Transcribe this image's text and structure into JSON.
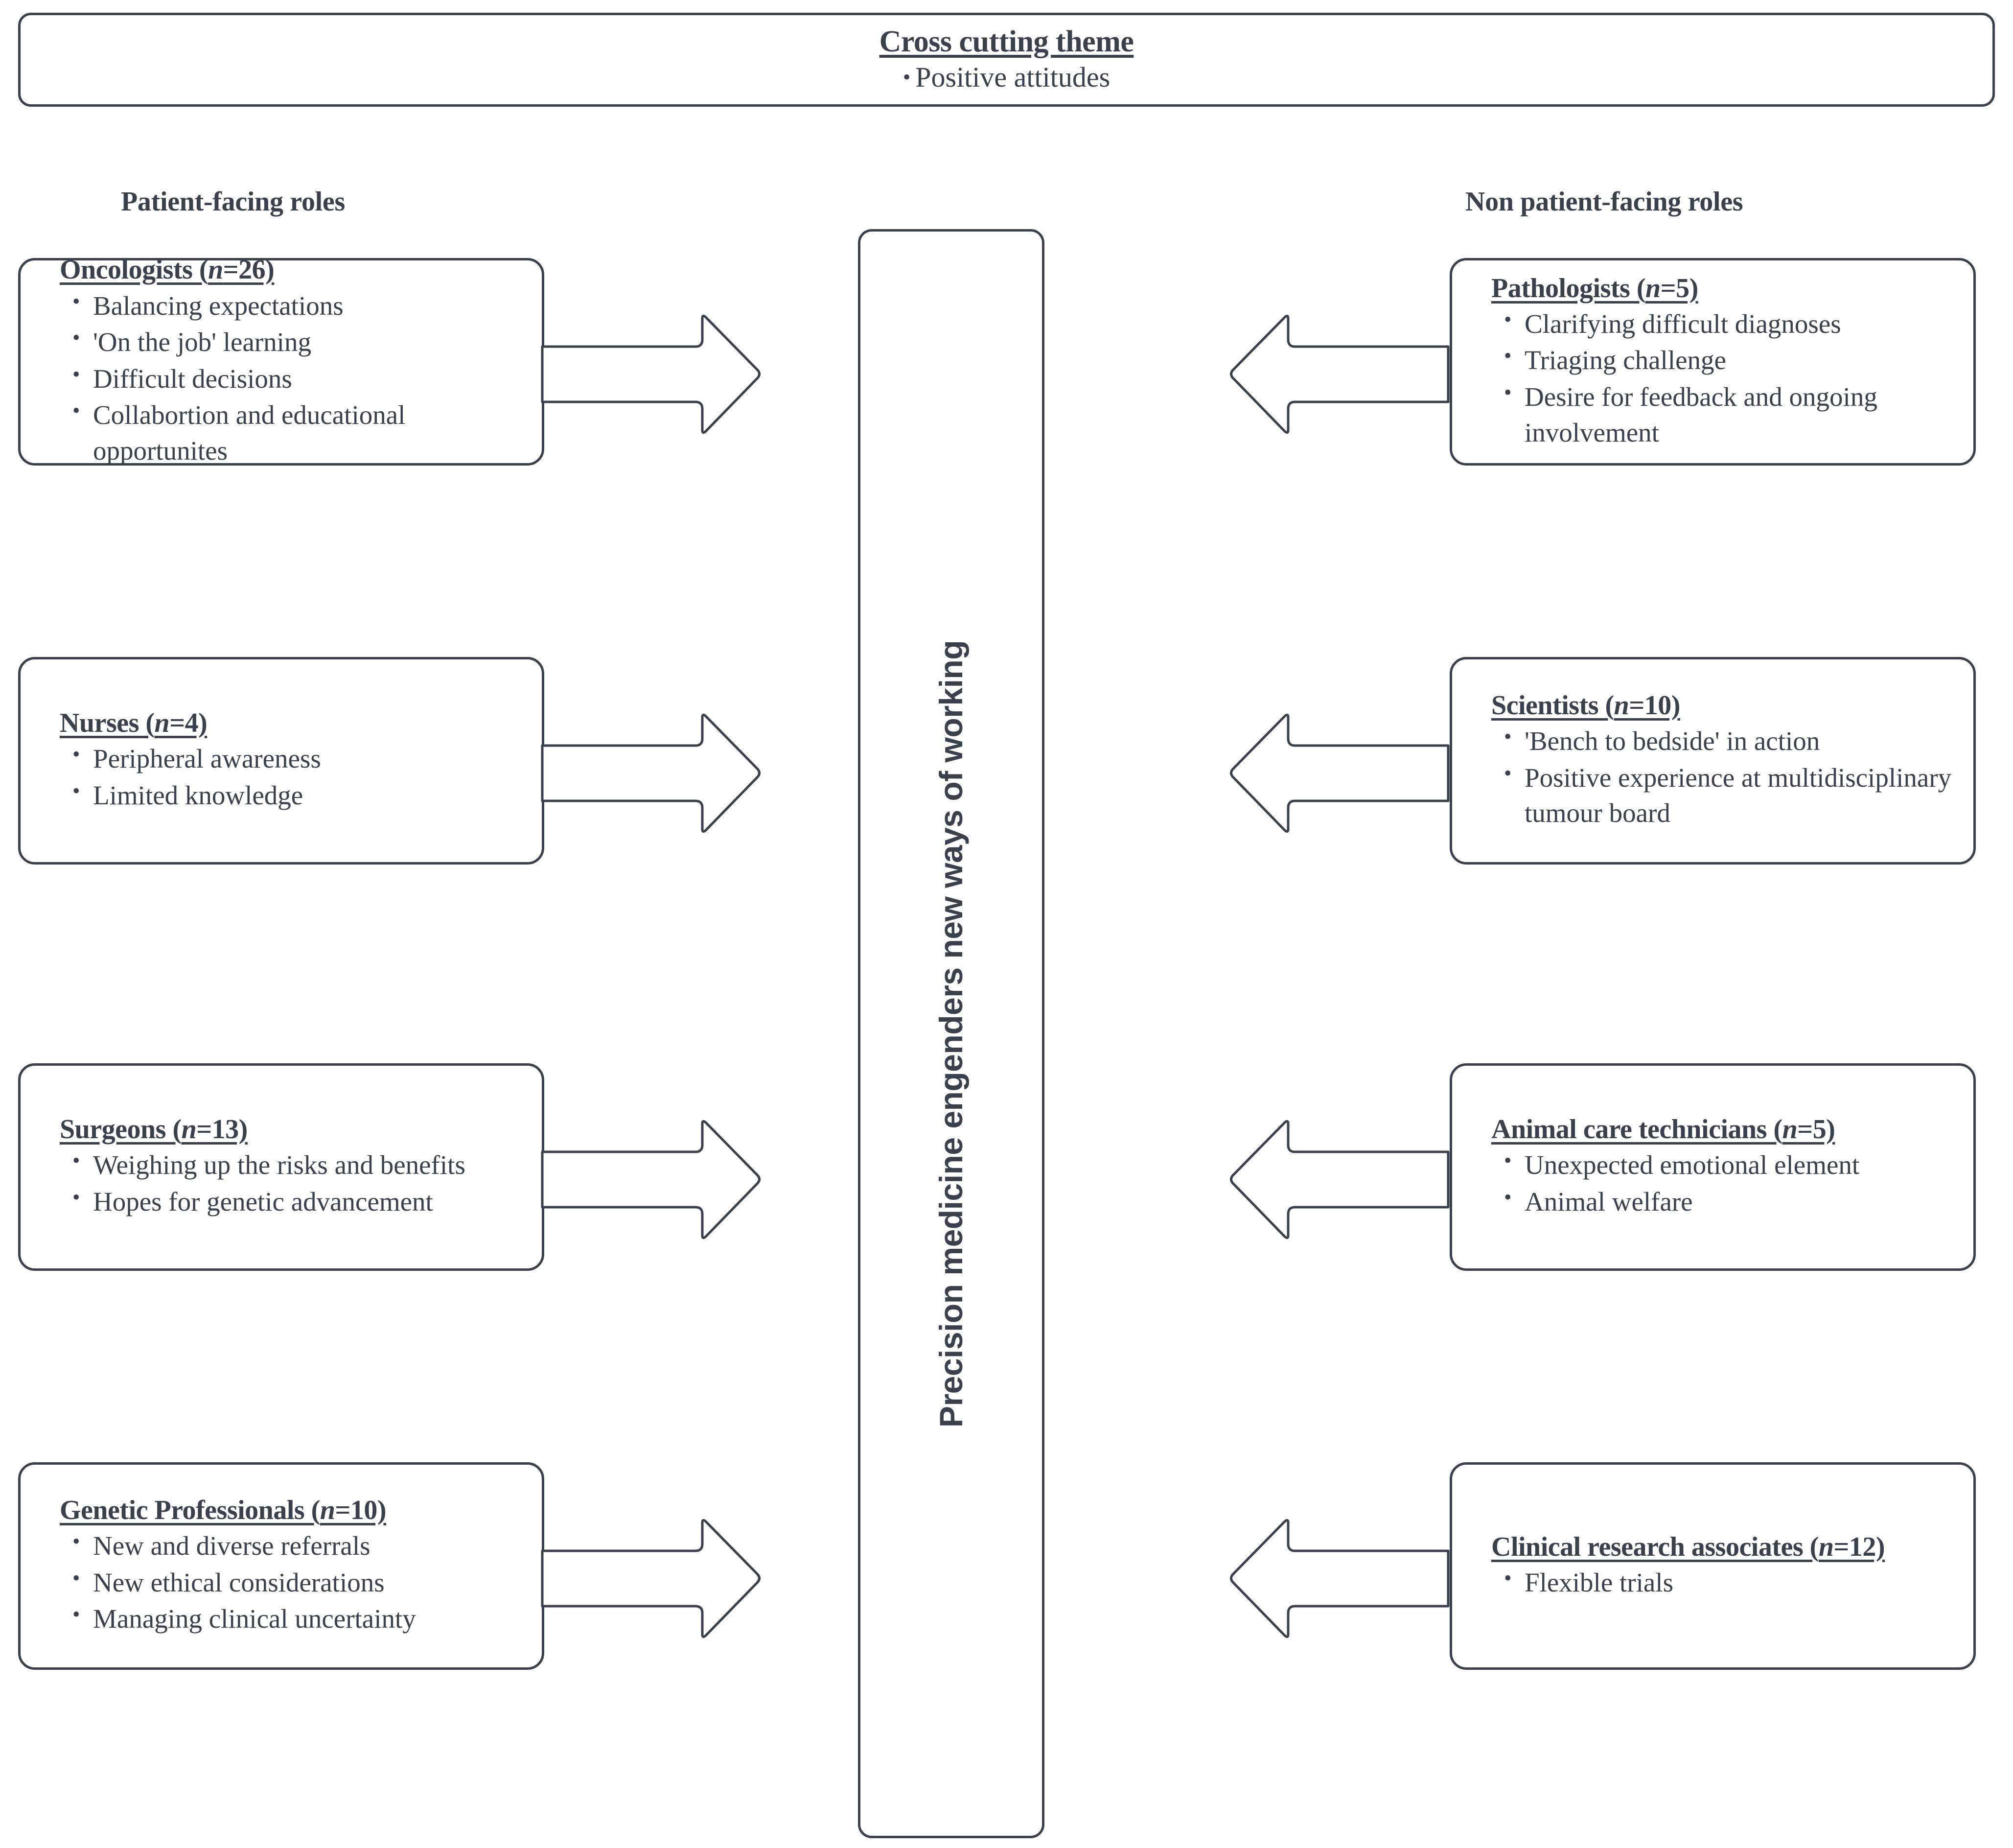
{
  "cross_cutting": {
    "title": "Cross cutting theme",
    "bullets": [
      "Positive attitudes"
    ]
  },
  "columns": {
    "left_heading": "Patient-facing roles",
    "right_heading": "Non patient-facing roles"
  },
  "centre": {
    "label": "Precision medicine engenders new ways of working"
  },
  "left_boxes": [
    {
      "title": "Oncologists (",
      "title_italic": "n",
      "title_tail": "=26)",
      "bullets": [
        "Balancing expectations",
        "'On the job' learning",
        "Difficult decisions",
        "Collabortion and educational opportunites"
      ]
    },
    {
      "title": "Nurses (",
      "title_italic": "n",
      "title_tail": "=4)",
      "bullets": [
        "Peripheral awareness",
        "Limited knowledge"
      ]
    },
    {
      "title": "Surgeons (",
      "title_italic": "n",
      "title_tail": "=13)",
      "bullets": [
        "Weighing up the risks and benefits",
        "Hopes for genetic advancement"
      ]
    },
    {
      "title": "Genetic Professionals (",
      "title_italic": "n",
      "title_tail": "=10)",
      "bullets": [
        "New and diverse referrals",
        "New ethical considerations",
        "Managing clinical uncertainty"
      ]
    }
  ],
  "right_boxes": [
    {
      "title": "Pathologists (",
      "title_italic": "n",
      "title_tail": "=5)",
      "bullets": [
        "Clarifying difficult diagnoses",
        "Triaging challenge",
        "Desire for feedback and ongoing involvement"
      ]
    },
    {
      "title": "Scientists (",
      "title_italic": "n",
      "title_tail": "=10)",
      "bullets": [
        "'Bench to bedside' in action",
        "Positive experience at multidisciplinary tumour board"
      ]
    },
    {
      "title": "Animal care technicians (",
      "title_italic": "n",
      "title_tail": "=5)",
      "bullets": [
        "Unexpected emotional element",
        "Animal welfare"
      ]
    },
    {
      "title": "Clinical research associates (",
      "title_italic": "n",
      "title_tail": "=12)",
      "bullets": [
        "Flexible trials"
      ]
    }
  ],
  "arrows": {
    "left_direction": "right-arrow",
    "right_direction": "left-arrow",
    "count": 8
  },
  "colors": {
    "stroke": "#3a414c",
    "background": "#ffffff",
    "text": "#3a414c"
  }
}
